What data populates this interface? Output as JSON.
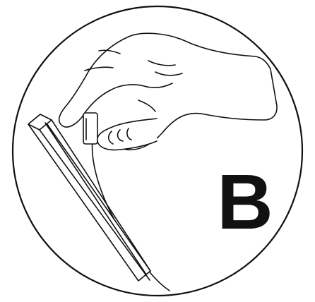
{
  "figure": {
    "step_label": "B",
    "colors": {
      "line": "#111111",
      "background": "#ffffff"
    },
    "depicts": [
      "circle-frame",
      "hand",
      "thumb",
      "rigid-strip",
      "flexible-sheet"
    ]
  }
}
